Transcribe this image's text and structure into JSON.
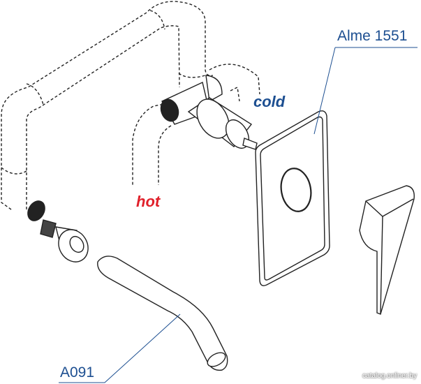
{
  "labels": {
    "panel_model": "Alme 1551",
    "spout_model": "A091",
    "cold": "cold",
    "hot": "hot"
  },
  "watermark": "catalog.onliner.by",
  "colors": {
    "label_blue": "#1d4f91",
    "cold": "#1d4f91",
    "hot": "#e0202a",
    "line": "#222222"
  }
}
